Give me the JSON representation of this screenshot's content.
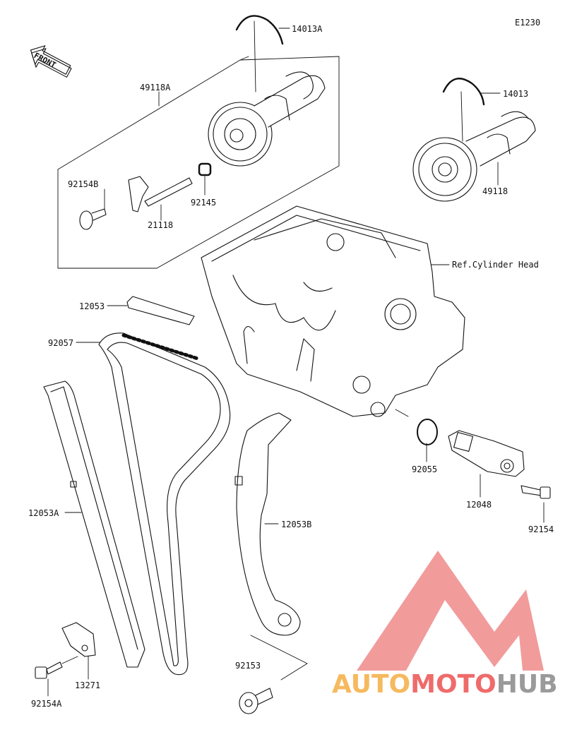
{
  "diagram_code": "E1230",
  "front_label": "FRONT",
  "parts": {
    "p14013A": "14013A",
    "p49118A": "49118A",
    "p14013": "14013",
    "p92154B": "92154B",
    "p21118": "21118",
    "p92145": "92145",
    "p49118": "49118",
    "ref_cylinder_head": "Ref.Cylinder Head",
    "p12053": "12053",
    "p92057": "92057",
    "p92055": "92055",
    "p12048": "12048",
    "p92154": "92154",
    "p12053A": "12053A",
    "p12053B": "12053B",
    "p13271": "13271",
    "p92153": "92153",
    "p92154A": "92154A"
  },
  "watermark": {
    "word1": "AUTO",
    "word2": "MOTO",
    "word3": "HUB",
    "color1": "#f6b95e",
    "color2": "#ef6b6b",
    "color3": "#9a9a9a"
  }
}
